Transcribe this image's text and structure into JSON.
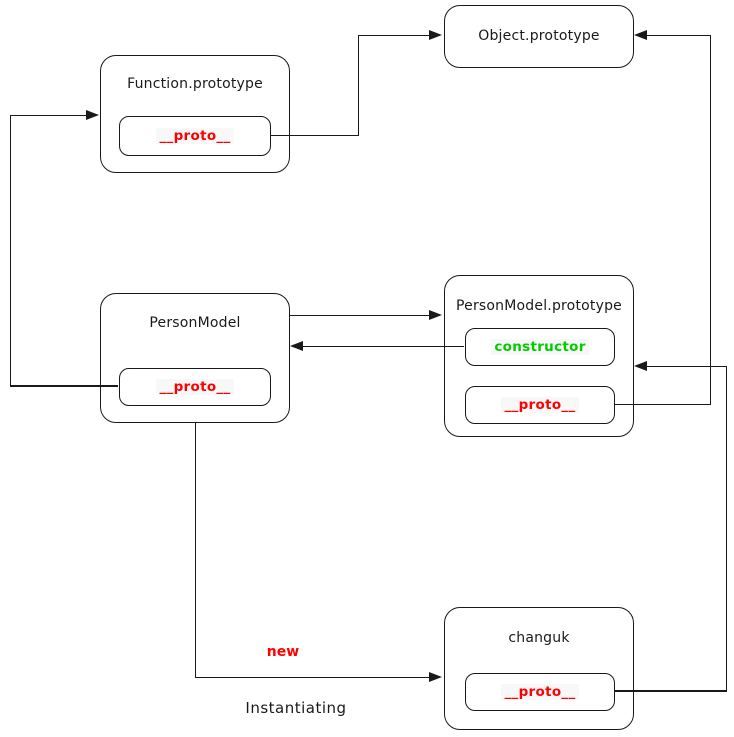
{
  "diagram": {
    "nodes": {
      "function_prototype": {
        "title": "Function.prototype",
        "proto_label": "__proto__"
      },
      "object_prototype": {
        "title": "Object.prototype"
      },
      "person_model": {
        "title": "PersonModel",
        "proto_label": "__proto__"
      },
      "person_model_prototype": {
        "title": "PersonModel.prototype",
        "constructor_label": "constructor",
        "proto_label": "__proto__"
      },
      "changuk": {
        "title": "changuk",
        "proto_label": "__proto__"
      }
    },
    "labels": {
      "new": "new",
      "instantiating": "Instantiating"
    },
    "colors": {
      "proto_text": "#ff0000",
      "constructor_text": "#00cc00",
      "new_text": "#ff0000",
      "line": "#1a1a1a"
    }
  }
}
